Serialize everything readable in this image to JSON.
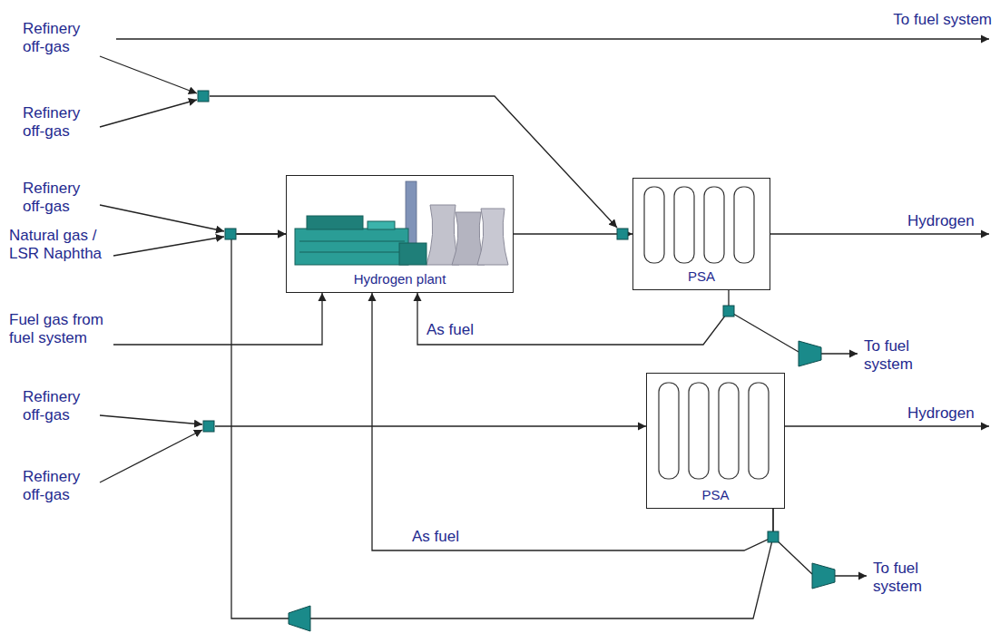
{
  "diagram": {
    "nodes": [
      {
        "text": [
          "Hydrogen plant"
        ]
      },
      {
        "text": [
          "PSA"
        ]
      },
      {
        "text": [
          "PSA"
        ]
      }
    ],
    "edges": [
      {
        "from": 0,
        "to": 1,
        "arrow": "to"
      },
      {
        "from": 1,
        "to": 0,
        "label": "As fuel",
        "arrow": "to"
      },
      {
        "from": 2,
        "to": 0,
        "label": "As fuel",
        "arrow": "to"
      },
      {
        "from": 2,
        "to": 0,
        "arrow": "to"
      }
    ],
    "labels": [
      "To fuel system",
      "Refinery off-gas",
      "Refinery off-gas",
      "Refinery off-gas",
      "Hydrogen",
      "Natural gas / LSR Naphtha",
      "Fuel gas from fuel system",
      "To fuel system",
      "Refinery off-gas",
      "Hydrogen",
      "Refinery off-gas",
      "To fuel system"
    ]
  }
}
